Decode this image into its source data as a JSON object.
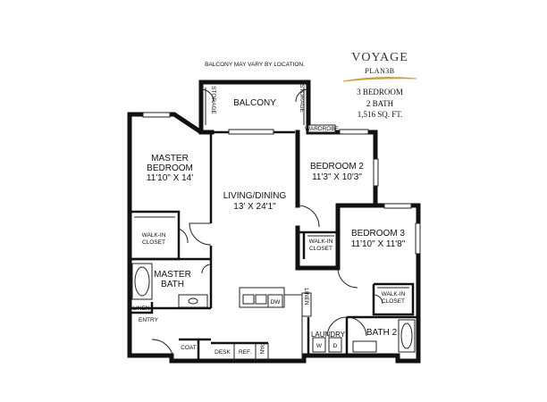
{
  "brand": {
    "name": "VOYAGE",
    "plan": "PLAN3B",
    "accent": "#c8a04a"
  },
  "specs": {
    "bedrooms": "3 BEDROOM",
    "baths": "2 BATH",
    "area": "1,516 SQ. FT."
  },
  "note": "BALCONY MAY VARY BY LOCATION.",
  "rooms": {
    "balcony": "BALCONY",
    "storage_left": "STORAGE",
    "storage_right": "STORAGE",
    "wardrobe": "WARDROBE",
    "master_bedroom": {
      "name": "MASTER",
      "name2": "BEDROOM",
      "size": "11'10\" X 14'"
    },
    "living_dining": {
      "name": "LIVING/DINING",
      "size": "13' X 24'1\""
    },
    "bedroom2": {
      "name": "BEDROOM 2",
      "size": "11'3\" X 10'3\""
    },
    "bedroom3": {
      "name": "BEDROOM 3",
      "size": "11'10\" X 11'8\""
    },
    "walkin_closet_master": {
      "l1": "WALK-IN",
      "l2": "CLOSET"
    },
    "walkin_closet_bed2": {
      "l1": "WALK-IN",
      "l2": "CLOSET"
    },
    "walkin_closet_bed3": {
      "l1": "WALK-IN",
      "l2": "CLOSET"
    },
    "master_bath": {
      "l1": "MASTER",
      "l2": "BATH"
    },
    "linen_left": "LINEN",
    "linen_right": "LINEN",
    "entry": "ENTRY",
    "coat": "COAT",
    "desk": "DESK",
    "ref": "REF.",
    "pan": "PAN",
    "dw": "DW",
    "laundry": "LAUNDRY",
    "washer": "W",
    "dryer": "D",
    "bath2": "BATH 2"
  }
}
